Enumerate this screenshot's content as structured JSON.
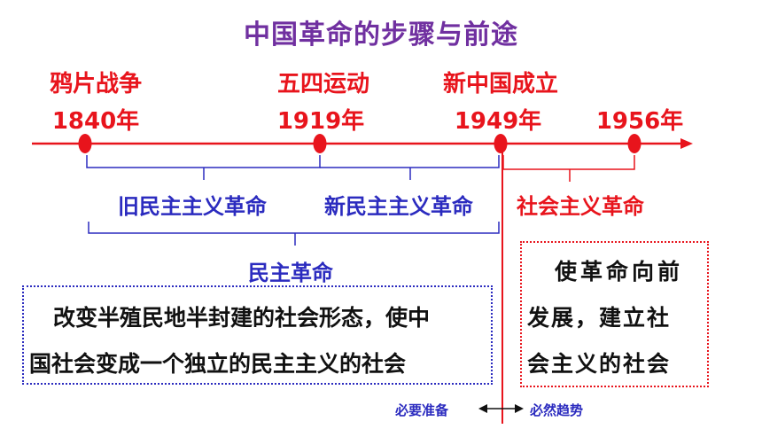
{
  "title": "中国革命的步骤与前途",
  "events": [
    {
      "name": "鸦片战争",
      "year": "1840年"
    },
    {
      "name": "五四运动",
      "year": "1919年"
    },
    {
      "name": "新中国成立",
      "year": "1949年"
    },
    {
      "name": "",
      "year": "1956年"
    }
  ],
  "phases": {
    "old_democratic": "旧民主主义革命",
    "new_democratic": "新民主主义革命",
    "socialist": "社会主义革命",
    "democratic": "民主革命"
  },
  "boxes": {
    "democratic_line1": "改变半殖民地半封建的社会形态，使中",
    "democratic_line2": "国社会变成一个独立的民主主义的社会",
    "socialist_line1": "使革命向前",
    "socialist_line2": "发展，建立社",
    "socialist_line3": "会主义的社会"
  },
  "relation": {
    "left": "必要准备",
    "right": "必然趋势"
  },
  "colors": {
    "title": "#7030a0",
    "red": "#e8141c",
    "blue": "#2b2bbf"
  }
}
